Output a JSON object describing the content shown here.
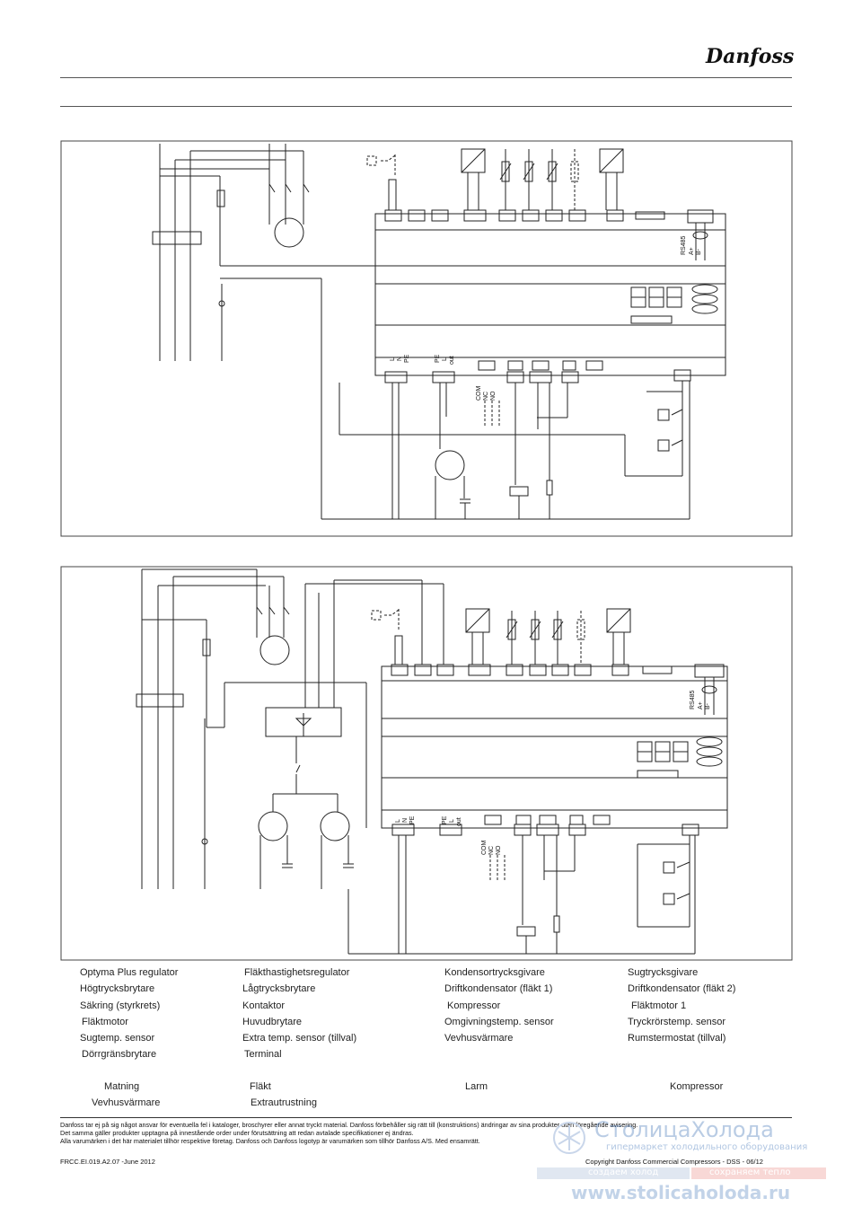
{
  "brand": {
    "logo_text": "Danfoss",
    "accent_color": "#e2000f"
  },
  "diagram": {
    "top_terminal_labels": [
      "L",
      "N",
      "PE"
    ],
    "out_terminal_labels": [
      "PE",
      "L",
      "out"
    ],
    "contact_labels": [
      "COM",
      "NC",
      "NO"
    ],
    "bus_label": "RS485",
    "bus_terminals": [
      "A+",
      "B-"
    ]
  },
  "legend": {
    "items": [
      "Optyma Plus regulator",
      "Fläkthastighetsregulator",
      "Kondensortrycksgivare",
      "Sugtrycksgivare",
      "Högtrycksbrytare",
      "Lågtrycksbrytare",
      "Driftkondensator (fläkt 1)",
      "Driftkondensator (fläkt 2)",
      "Säkring (styrkrets)",
      "Kontaktor",
      "Kompressor",
      "Fläktmotor 1",
      "Fläktmotor",
      "Huvudbrytare",
      "Omgivningstemp. sensor",
      "Tryckrörstemp. sensor",
      "Sugtemp. sensor",
      "Extra temp. sensor (tillval)",
      "Vevhusvärmare",
      "Rumstermostat (tillval)",
      "Dörrgränsbrytare",
      "Terminal"
    ],
    "groups": [
      "Matning",
      "Fläkt",
      "Larm",
      "Kompressor",
      "Vevhusvärmare",
      "Extrautrustning"
    ]
  },
  "footer": {
    "disclaimer_lines": [
      "Danfoss tar ej på sig något ansvar för eventuella fel i kataloger, broschyrer eller annat tryckt material. Danfoss förbehåller sig rätt till (konstruktions) ändringar av sina produkter utan föregående avisering.",
      "Det samma gäller produkter upptagna på innestående order under förutsättning att redan avtalade specifikationer ej ändras.",
      "Alla varumärken i det här materialet tillhör respektive företag. Danfoss och Danfoss logotyp är varumärken som tillhör Danfoss A/S. Med ensamrätt."
    ],
    "doc_code": "FRCC.EI.019.A2.07 -June 2012",
    "copyright": "Copyright Danfoss Commercial Compressors - DSS - 06/12"
  },
  "watermark": {
    "title": "СтолицаХолода",
    "subtitle": "гипермаркет холодильного оборудования",
    "slogan_left": "создаем холод",
    "slogan_right": "сохраняем тепло",
    "url": "www.stolicaholoda.ru",
    "colors": {
      "blue": "#3a6fb5",
      "red": "#d9534f",
      "grey": "#9aa7b8"
    }
  }
}
